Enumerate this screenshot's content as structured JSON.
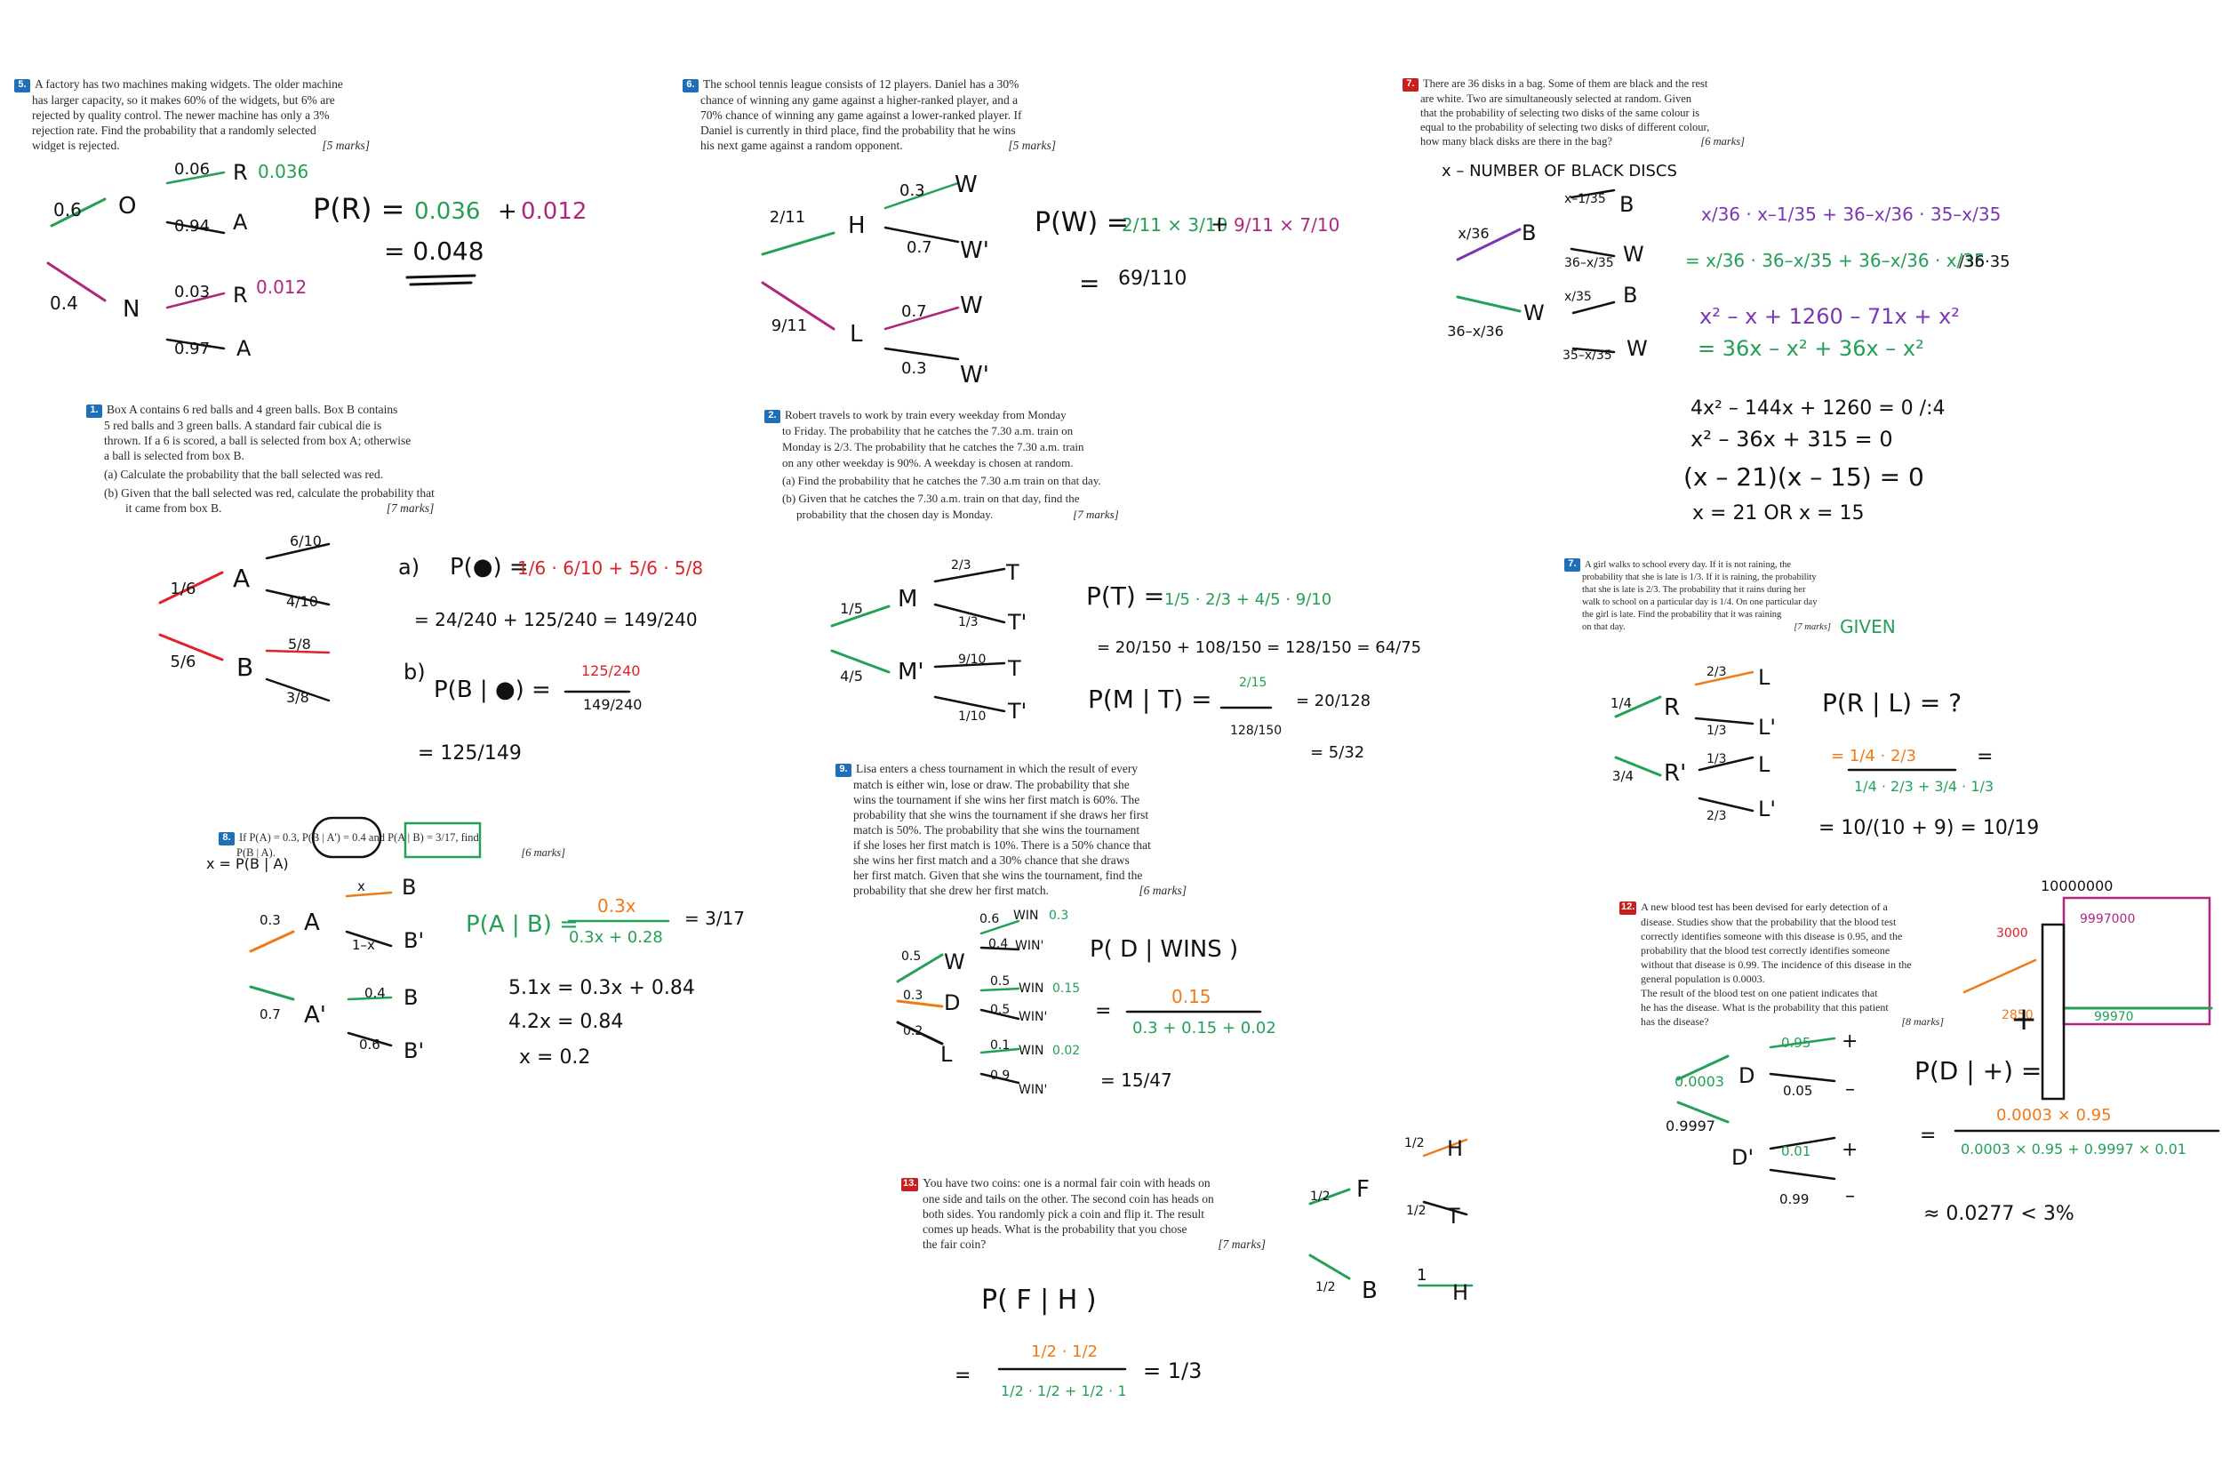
{
  "questions": [
    {
      "num": "5.",
      "color": "blue",
      "lines": [
        "A factory has two machines making widgets. The older machine",
        "has larger capacity, so it makes 60% of the widgets, but 6% are",
        "rejected by quality control. The newer machine has only a 3%",
        "rejection rate. Find the probability that a randomly selected",
        "widget is rejected."
      ],
      "marks": "[5 marks]"
    },
    {
      "num": "6.",
      "color": "blue",
      "lines": [
        "The school tennis league consists of 12 players. Daniel has a 30%",
        "chance of winning any game against a higher-ranked player, and a",
        "70% chance of winning any game against a lower-ranked player. If",
        "Daniel is currently in third place, find the probability that he wins",
        "his next game against a random opponent."
      ],
      "marks": "[5 marks]"
    },
    {
      "num": "7.",
      "color": "red",
      "lines": [
        "There are 36 disks in a bag. Some of them are black and the rest",
        "are white. Two are simultaneously selected at random. Given",
        "that the probability of selecting two disks of the same colour is",
        "equal to the probability of selecting two disks of different colour,",
        "how many black disks are there in the bag?"
      ],
      "marks": "[6 marks]"
    },
    {
      "num": "1.",
      "color": "blue",
      "lines": [
        "Box A contains 6 red balls and 4 green balls. Box B contains",
        "5 red balls and 3 green balls. A standard fair cubical die is",
        "thrown. If a 6 is scored, a ball is selected from box A; otherwise",
        "a ball is selected from box B."
      ],
      "parts": [
        "(a)  Calculate the probability that the ball selected was red.",
        "(b)  Given that the ball selected was red, calculate the probability that it came from box B."
      ],
      "marks": "[7 marks]"
    },
    {
      "num": "2.",
      "color": "blue",
      "lines": [
        "Robert travels to work by train every weekday from Monday",
        "to Friday. The probability that he catches the 7.30 a.m. train on",
        "Monday is 2/3. The probability that he catches the 7.30 a.m. train",
        "on any other weekday is 90%. A weekday is chosen at random."
      ],
      "parts": [
        "(a) Find the probability that he catches the 7.30 a.m train on that day.",
        "(b) Given that he catches the 7.30 a.m. train on that day, find the probability that the chosen day is Monday."
      ],
      "marks": "[7 marks]"
    },
    {
      "num": "7.",
      "color": "blue",
      "lines": [
        "A girl walks to school every day. If it is not raining, the",
        "probability that she is late is 1/3. If it is raining, the probability",
        "that she is late is 2/3. The probability that it rains during her",
        "walk to school on a particular day is 1/4. On one particular day",
        "the girl is late. Find the probability that it was raining",
        "on that day."
      ],
      "marks": "[7 marks]"
    },
    {
      "num": "8.",
      "color": "blue",
      "lines": [
        "If P(A) = 0.3, P(B | A') = 0.4 and P(A | B) = 3/17, find",
        "P(B | A)."
      ],
      "marks": "[6 marks]"
    },
    {
      "num": "9.",
      "color": "blue",
      "lines": [
        "Lisa enters a chess tournament in which the result of every",
        "match is either win, lose or draw. The probability that she",
        "wins the tournament if she wins her first match is 60%. The",
        "probability that she wins the tournament if she draws her first",
        "match is 50%. The probability that she wins the tournament",
        "if she loses her first match is 10%. There is a 50% chance that",
        "she wins her first match and a 30% chance that she draws",
        "her first match. Given that she wins the tournament, find the",
        "probability that she drew her first match."
      ],
      "marks": "[6 marks]"
    },
    {
      "num": "12.",
      "color": "red",
      "lines": [
        "A new blood test has been devised for early detection of a",
        "disease. Studies show that the probability that the blood test",
        "correctly identifies someone with this disease is 0.95, and the",
        "probability that the blood test correctly identifies someone",
        "without that disease is 0.99. The incidence of this disease in the",
        "general population is 0.0003.",
        "The result of the blood test on one patient indicates that",
        "he has the disease. What is the probability that this patient",
        "has the disease?"
      ],
      "marks": "[8 marks]"
    },
    {
      "num": "13.",
      "color": "red",
      "lines": [
        "You have two coins: one is a normal fair coin with heads on",
        "one side and tails on the other. The second coin has heads on",
        "both sides. You randomly pick a coin and flip it. The result",
        "comes up heads. What is the probability that you chose",
        "the fair coin?"
      ],
      "marks": "[7 marks]"
    }
  ],
  "handwriting": {
    "q5": [
      "0.6",
      "O",
      "0.06",
      "R",
      "0.036",
      "0.94",
      "A",
      "0.4",
      "N",
      "0.03",
      "R",
      "0.012",
      "0.97",
      "A",
      "P(R) =",
      "0.036",
      "+",
      "0.012",
      "= 0.048"
    ],
    "q6": [
      "2/11",
      "H",
      "9/11",
      "L",
      "0.3",
      "W",
      "0.7",
      "W'",
      "0.7",
      "W",
      "0.3",
      "W'",
      "P(W) =",
      "2/11 × 3/10",
      "+",
      "9/11 × 7/10",
      "=",
      "69/110"
    ],
    "q7r": [
      "x – NUMBER OF BLACK DISCS",
      "x/36",
      "B",
      "36–x/36",
      "W",
      "x–1/35",
      "36–x/35",
      "x/35",
      "35–x/35",
      "B",
      "W",
      "B",
      "W",
      "x/36 · x–1/35 + 36–x/36 · 35–x/35",
      "= x/36 · 36–x/35 + 36–x/36 · x/35",
      "/36·35",
      "x² – x + 1260 – 71x + x²",
      "= 36x – x² + 36x – x²",
      "4x² – 144x + 1260 = 0   /:4",
      "x² – 36x + 315 = 0",
      "(x – 21)(x – 15) = 0",
      "x = 21     OR     x = 15"
    ],
    "q1": [
      "1/6",
      "A",
      "5/6",
      "B",
      "6/10",
      "4/10",
      "5/8",
      "3/8",
      "a)",
      "P(●) =",
      "1/6 · 6/10 + 5/6 · 5/8",
      "= 24/240 + 125/240 = 149/240",
      "b)",
      "P(B | ●) =",
      "125/240",
      "149/240",
      "= 125/149"
    ],
    "q2": [
      "1/5",
      "M",
      "4/5",
      "M'",
      "2/3",
      "T",
      "1/3",
      "T'",
      "9/10",
      "T",
      "1/10",
      "T'",
      "P(T) =",
      "1/5 · 2/3 + 4/5 · 9/10",
      "= 20/150 + 108/150 = 128/150 = 64/75",
      "P(M | T) =",
      "2/15",
      "128/150",
      "= 20/128",
      "= 5/32"
    ],
    "q7b": [
      "GIVEN",
      "1/4",
      "R",
      "3/4",
      "R'",
      "2/3",
      "L",
      "1/3",
      "L'",
      "1/3",
      "L",
      "2/3",
      "L'",
      "P(R | L) = ?",
      "= 1/4 · 2/3",
      "1/4 · 2/3 + 3/4 · 1/3",
      "=",
      "= 10/(10 + 9) = 10/19"
    ],
    "q8": [
      "x = P(B | A)",
      "0.3",
      "A",
      "0.7",
      "A'",
      "x",
      "B",
      "1–x",
      "B'",
      "0.4",
      "B",
      "0.6",
      "B'",
      "P(A | B) =",
      "0.3x",
      "0.3x + 0.28",
      "= 3/17",
      "5.1x = 0.3x + 0.84",
      "4.2x = 0.84",
      "x = 0.2"
    ],
    "q9": [
      "0.5",
      "W",
      "0.3",
      "D",
      "0.2",
      "L",
      "0.6",
      "WIN",
      "0.3",
      "0.4",
      "WIN'",
      "0.5",
      "WIN",
      "0.15",
      "0.5",
      "WIN'",
      "0.1",
      "WIN",
      "0.02",
      "0.9",
      "WIN'",
      "P( D | WINS )",
      "0.15",
      "0.3 + 0.15 + 0.02",
      "=",
      "= 15/47"
    ],
    "q12": [
      "10000000",
      "9997000",
      "3000",
      "2850",
      "99970",
      "+",
      "0.0003",
      "D",
      "0.9997",
      "D'",
      "0.95",
      "+",
      "0.05",
      "–",
      "0.01",
      "+",
      "0.99",
      "–",
      "P(D | +) =",
      "0.0003 × 0.95",
      "0.0003 × 0.95 + 0.9997 × 0.01",
      "=",
      "≈ 0.0277 < 3%"
    ],
    "q13": [
      "1/2",
      "F",
      "1/2",
      "B",
      "1/2",
      "H",
      "1/2",
      "T",
      "1",
      "H",
      "P( F | H )",
      "1/2 · 1/2",
      "1/2 · 1/2 + 1/2 · 1",
      "=",
      "= 1/3"
    ]
  },
  "colors": {
    "green": "#23a055",
    "red": "#e0202a",
    "magenta": "#b0267f",
    "purple": "#7b35b5",
    "orange": "#f07a16",
    "black": "#111111"
  }
}
